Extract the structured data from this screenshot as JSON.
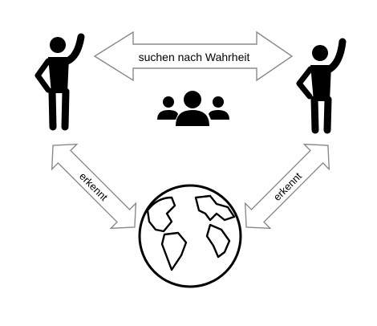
{
  "diagram": {
    "top_arrow_label": "suchen nach Wahrheit",
    "left_arrow_label": "erkennt",
    "right_arrow_label": "erkennt",
    "colors": {
      "ink": "#000000",
      "arrow_fill": "#ffffff",
      "arrow_stroke": "#8a8a8a",
      "background": "#ffffff"
    },
    "icons": {
      "left_person": "person-waving-icon",
      "right_person": "person-waving-icon",
      "center_group": "group-of-people-icon",
      "bottom_globe": "globe-icon"
    }
  }
}
